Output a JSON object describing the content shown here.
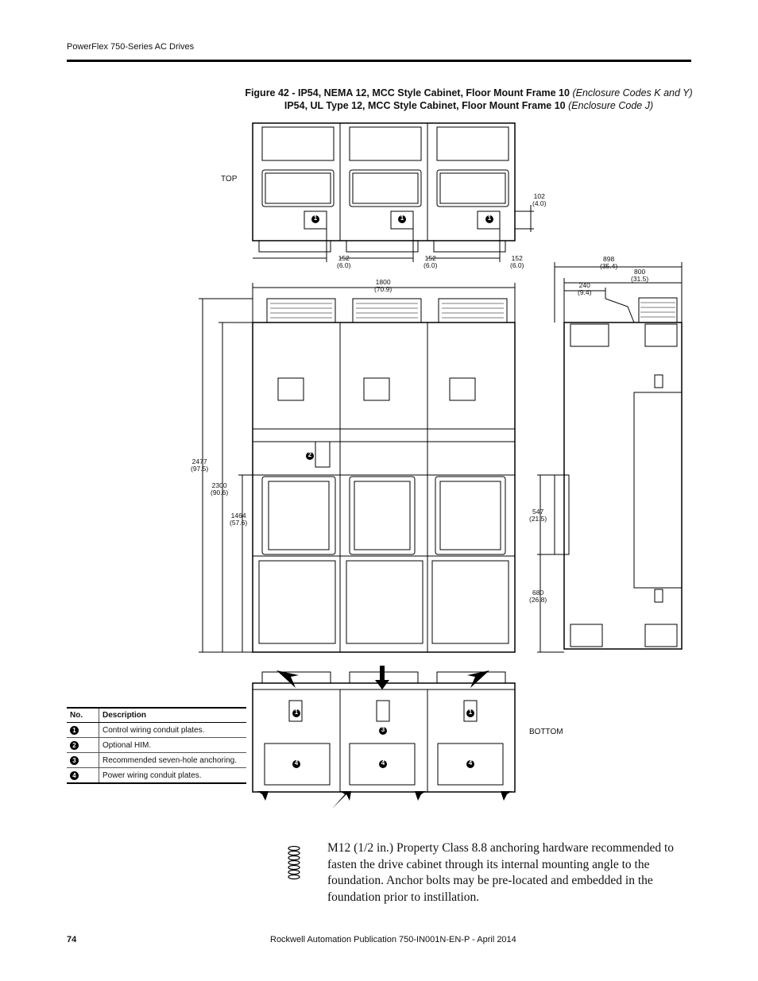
{
  "header": {
    "title": "PowerFlex 750-Series AC Drives"
  },
  "figure": {
    "line1_bold": "Figure 42 - IP54, NEMA 12, MCC Style Cabinet, Floor Mount Frame 10 ",
    "line1_italic": "(Enclosure Codes K and Y)",
    "line2_bold": "IP54, UL Type 12, MCC Style Cabinet, Floor Mount Frame 10 ",
    "line2_italic": "(Enclosure Code J)"
  },
  "views": {
    "top": "TOP",
    "bottom": "BOTTOM"
  },
  "dimensions": {
    "top_102": "102",
    "top_102_in": "(4.0)",
    "top_152": "152",
    "top_152_in": "(6.0)",
    "width_1800": "1800",
    "width_1800_in": "(70.9)",
    "h_2477": "2477",
    "h_2477_in": "(97.5)",
    "h_2300": "2300",
    "h_2300_in": "(90.6)",
    "h_1464": "1464",
    "h_1464_in": "(57.6)",
    "d_898": "898",
    "d_898_in": "(35.4)",
    "d_800": "800",
    "d_800_in": "(31.5)",
    "d_240": "240",
    "d_240_in": "(9.4)",
    "h_547": "547",
    "h_547_in": "(21.5)",
    "h_680": "680",
    "h_680_in": "(26.8)"
  },
  "callouts": {
    "c1": "1",
    "c2": "2",
    "c3": "3",
    "c4": "4"
  },
  "legend": {
    "col_no": "No.",
    "col_desc": "Description",
    "rows": [
      {
        "no": "1",
        "desc": "Control wiring conduit plates."
      },
      {
        "no": "2",
        "desc": "Optional HIM."
      },
      {
        "no": "3",
        "desc": "Recommended seven-hole anchoring."
      },
      {
        "no": "4",
        "desc": "Power wiring conduit plates."
      }
    ]
  },
  "note": "M12 (1/2 in.) Property Class 8.8 anchoring hardware recommended to fasten the drive cabinet through its internal mounting angle to the foundation. Anchor bolts may be pre-located and embedded in the foundation prior to instillation.",
  "footer": {
    "page": "74",
    "publication": "Rockwell Automation Publication 750-IN001N-EN-P - April 2014"
  }
}
